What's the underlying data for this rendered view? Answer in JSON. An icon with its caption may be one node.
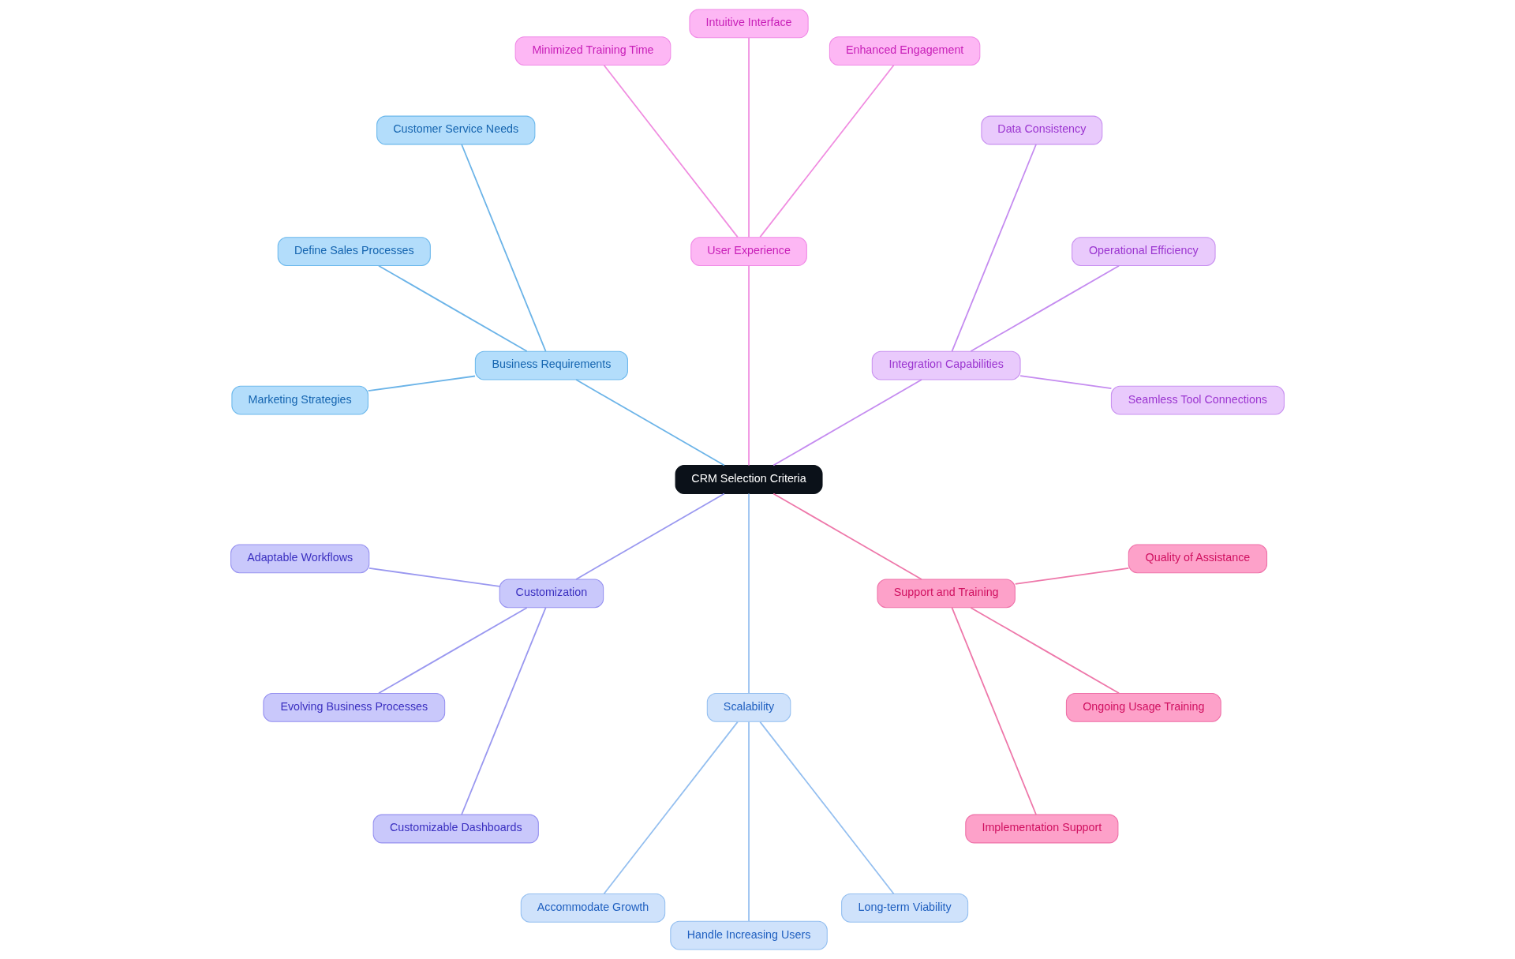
{
  "diagram": {
    "nodes": [
      {
        "text": [
          "CRM Selection Criteria"
        ]
      },
      {
        "text": [
          "Integration Capabilities"
        ]
      },
      {
        "text": [
          "Seamless Tool Connections"
        ]
      },
      {
        "text": [
          "Operational Efficiency"
        ]
      },
      {
        "text": [
          "Data Consistency"
        ]
      },
      {
        "text": [
          "User Experience"
        ]
      },
      {
        "text": [
          "Enhanced Engagement"
        ]
      },
      {
        "text": [
          "Intuitive Interface"
        ]
      },
      {
        "text": [
          "Minimized Training Time"
        ]
      },
      {
        "text": [
          "Business Requirements"
        ]
      },
      {
        "text": [
          "Customer Service Needs"
        ]
      },
      {
        "text": [
          "Define Sales Processes"
        ]
      },
      {
        "text": [
          "Marketing Strategies"
        ]
      },
      {
        "text": [
          "Customization"
        ]
      },
      {
        "text": [
          "Adaptable Workflows"
        ]
      },
      {
        "text": [
          "Evolving Business Processes"
        ]
      },
      {
        "text": [
          "Customizable Dashboards"
        ]
      },
      {
        "text": [
          "Scalability"
        ]
      },
      {
        "text": [
          "Accommodate Growth"
        ]
      },
      {
        "text": [
          "Handle Increasing Users"
        ]
      },
      {
        "text": [
          "Long-term Viability"
        ]
      },
      {
        "text": [
          "Support and Training"
        ]
      },
      {
        "text": [
          "Implementation Support"
        ]
      },
      {
        "text": [
          "Ongoing Usage Training"
        ]
      },
      {
        "text": [
          "Quality of Assistance"
        ]
      }
    ],
    "edges": [
      {
        "from": 0,
        "to": 1,
        "arrow": "none",
        "color": "#c58cf0"
      },
      {
        "from": 1,
        "to": 2,
        "arrow": "none",
        "color": "#c58cf0"
      },
      {
        "from": 1,
        "to": 3,
        "arrow": "none",
        "color": "#c58cf0"
      },
      {
        "from": 1,
        "to": 4,
        "arrow": "none",
        "color": "#c58cf0"
      },
      {
        "from": 0,
        "to": 5,
        "arrow": "none",
        "color": "#f08ce0"
      },
      {
        "from": 5,
        "to": 6,
        "arrow": "none",
        "color": "#f08ce0"
      },
      {
        "from": 5,
        "to": 7,
        "arrow": "none",
        "color": "#f08ce0"
      },
      {
        "from": 5,
        "to": 8,
        "arrow": "none",
        "color": "#f08ce0"
      },
      {
        "from": 0,
        "to": 9,
        "arrow": "none",
        "color": "#6cb4e8"
      },
      {
        "from": 9,
        "to": 10,
        "arrow": "none",
        "color": "#6cb4e8"
      },
      {
        "from": 9,
        "to": 11,
        "arrow": "none",
        "color": "#6cb4e8"
      },
      {
        "from": 9,
        "to": 12,
        "arrow": "none",
        "color": "#6cb4e8"
      },
      {
        "from": 0,
        "to": 13,
        "arrow": "none",
        "color": "#9a98f0"
      },
      {
        "from": 13,
        "to": 14,
        "arrow": "none",
        "color": "#9a98f0"
      },
      {
        "from": 13,
        "to": 15,
        "arrow": "none",
        "color": "#9a98f0"
      },
      {
        "from": 13,
        "to": 16,
        "arrow": "none",
        "color": "#9a98f0"
      },
      {
        "from": 0,
        "to": 17,
        "arrow": "none",
        "color": "#94bff0"
      },
      {
        "from": 17,
        "to": 18,
        "arrow": "none",
        "color": "#94bff0"
      },
      {
        "from": 17,
        "to": 19,
        "arrow": "none",
        "color": "#94bff0"
      },
      {
        "from": 17,
        "to": 20,
        "arrow": "none",
        "color": "#94bff0"
      },
      {
        "from": 0,
        "to": 21,
        "arrow": "none",
        "color": "#ee78aa"
      },
      {
        "from": 21,
        "to": 22,
        "arrow": "none",
        "color": "#ee78aa"
      },
      {
        "from": 21,
        "to": 23,
        "arrow": "none",
        "color": "#ee78aa"
      },
      {
        "from": 21,
        "to": 24,
        "arrow": "none",
        "color": "#ee78aa"
      }
    ]
  }
}
